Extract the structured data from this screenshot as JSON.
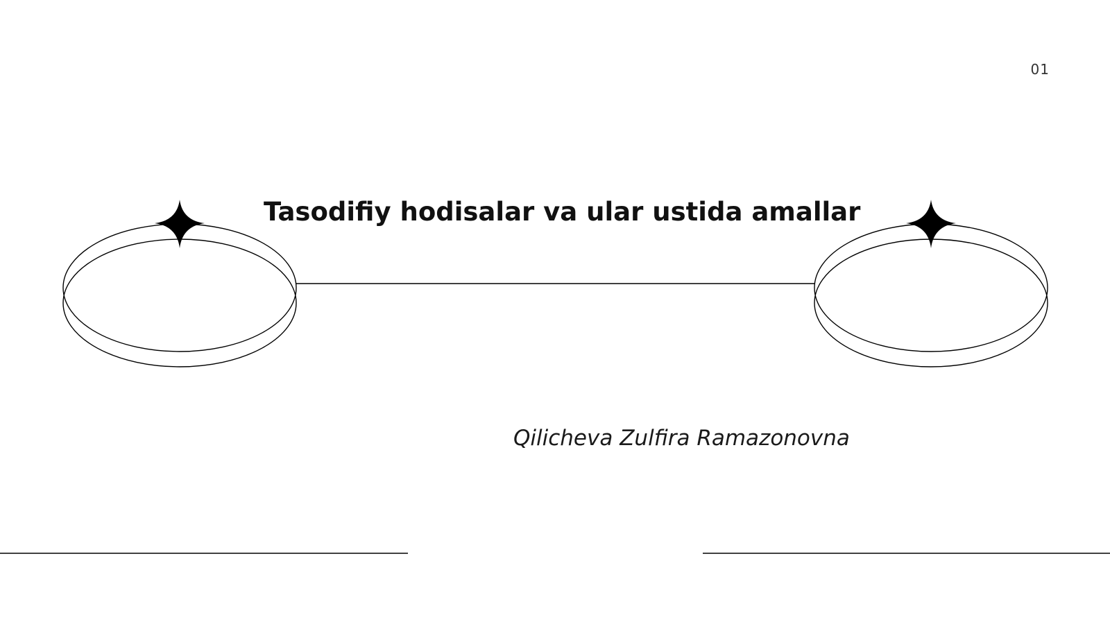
{
  "slide": {
    "page_number": "01",
    "title": "Tasodifiy hodisalar va ular ustida amallar",
    "author": "Qilicheva Zulfira Ramazonovna"
  },
  "decorations": {
    "line_color": "#000000",
    "icons": [
      "sparkle-icon",
      "ring-icon"
    ]
  }
}
